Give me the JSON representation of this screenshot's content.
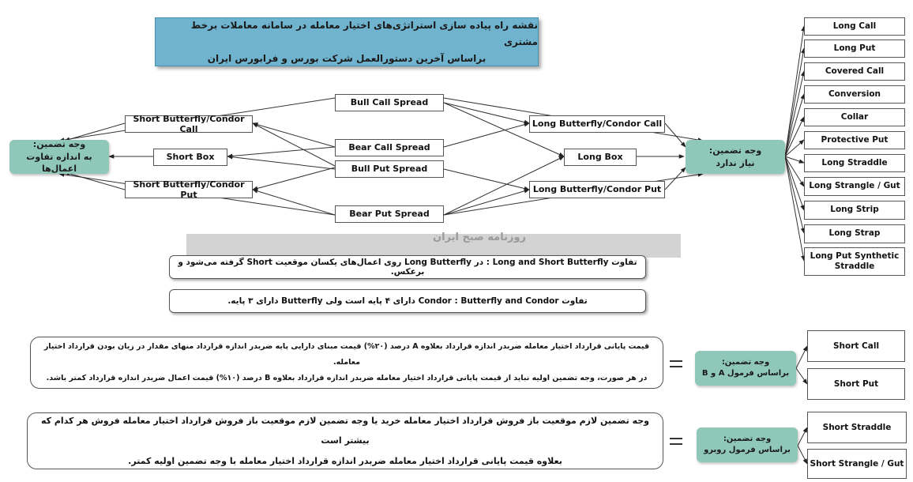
{
  "title": {
    "line1": "نقشه راه پیاده سازی استراتژی‌های اختیار معامله در سامانه معاملات برخط مشتری",
    "line2": "براساس آخرین دستورالعمل شرکت بورس و فرابورس ایران"
  },
  "left_node": {
    "line1": "وجه تضمین:",
    "line2": "به اندازه تفاوت اعمال‌ها"
  },
  "right_node": {
    "line1": "وجه تضمین:",
    "line2": "نیاز ندارد"
  },
  "center_boxes": {
    "bull_call": "Bull Call Spread",
    "bear_call": "Bear Call Spread",
    "bull_put": "Bull Put Spread",
    "bear_put": "Bear Put Spread"
  },
  "left_boxes": {
    "short_butterfly_call": "Short Butterfly/Condor Call",
    "short_box": "Short Box",
    "short_butterfly_put": "Short Butterfly/Condor Put"
  },
  "mid_right_boxes": {
    "long_butterfly_call": "Long Butterfly/Condor Call",
    "long_box": "Long Box",
    "long_butterfly_put": "Long Butterfly/Condor Put"
  },
  "right_list": [
    "Long Call",
    "Long Put",
    "Covered Call",
    "Conversion",
    "Collar",
    "Protective Put",
    "Long Straddle",
    "Long Strangle / Gut",
    "Long Strip",
    "Long Strap",
    "Long Put Synthetic Straddle"
  ],
  "notes": {
    "note1": "تفاوت Long and Short Butterfly : در Long Butterfly روی اعمال‌های یکسان موقعیت Short گرفته می‌شود و برعکس.",
    "note2": "تفاوت Condor : Butterfly and Condor دارای ۴ پایه است ولی Butterfly دارای ۳ پایه."
  },
  "watermark": "روزنامه صبح ایران",
  "section1": {
    "line1": "قیمت پایانی قرارداد اختیار معامله ضربدر اندازه قرارداد بعلاوه A درصد (۲۰%) قیمت مبنای دارایی پایه ضربدر اندازه قرارداد منهای مقدار در زیان بودن قرارداد اختیار معامله.",
    "line2": "در هر صورت، وجه تضمین اولیه نباید از قیمت پایانی قرارداد اختیار معامله ضربدر اندازه قرارداد بعلاوه B درصد (۱۰%) قیمت اعمال ضربدر اندازه قرارداد  کمتر باشد.",
    "node_line1": "وجه تضمین:",
    "node_line2": "براساس فرمول  A و B",
    "box_top": "Short Call",
    "box_bottom": "Short Put"
  },
  "section2": {
    "line1": "وجه تضمین لازم موقعیت باز فروش قرارداد اختیار معامله خرید یا وجه تضمین لازم موقعیت باز فروش قرارداد اختیار معامله فروش هر کدام که بیشتر است",
    "line2": "بعلاوه قیمت پایانی قرارداد اختیار معامله ضربدر اندازه قرارداد اختیار معامله با وجه تضمین اولیه کمتر.",
    "node_line1": "وجه تضمین:",
    "node_line2": "براساس فرمول روبرو",
    "box_top": "Short Straddle",
    "box_bottom": "Short Strangle / Gut"
  }
}
